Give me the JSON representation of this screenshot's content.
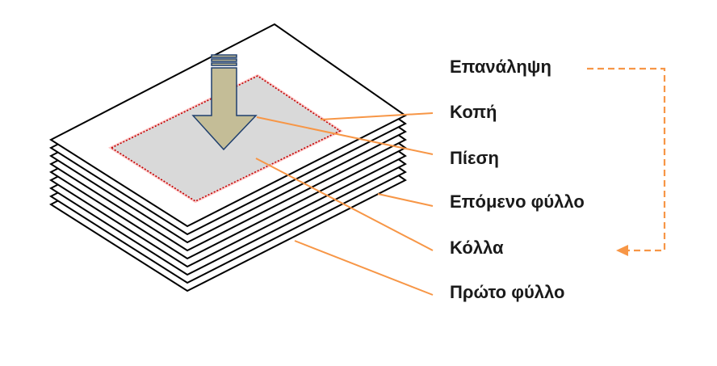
{
  "labels": {
    "repeat": "Επανάληψη",
    "cut": "Κοπή",
    "press": "Πίεση",
    "next_sheet": "Επόμενο φύλλο",
    "glue": "Κόλλα",
    "first_sheet": "Πρώτο φύλλο"
  },
  "colors": {
    "arrow_fill": "#c4bd97",
    "arrow_stroke": "#1f3f6e",
    "leader": "#f79646",
    "glue_area": "#d9d9d9",
    "cut_outline": "#c00000",
    "sheet_stroke": "#000000"
  },
  "icons": {
    "press_arrow": "down-arrow-icon"
  }
}
